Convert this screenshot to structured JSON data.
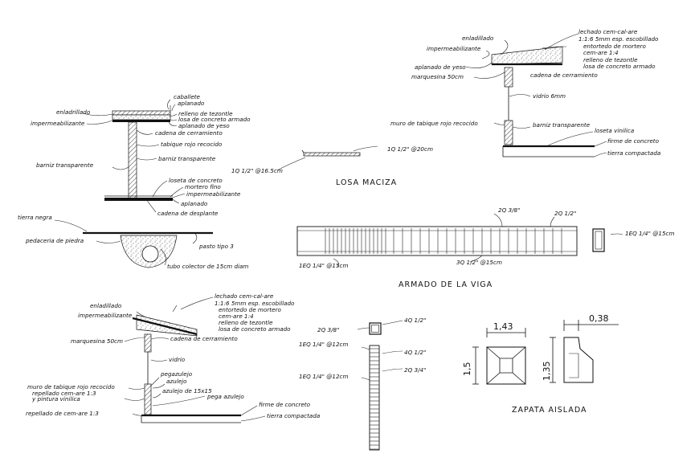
{
  "drawing": {
    "detail_top_left": {
      "labels": [
        "enladrillado",
        "impermeabilizante",
        "caballete",
        "aplanado",
        "relleno de tezontle",
        "losa de concreto armado",
        "aplanado de yeso",
        "cadena de cerramiento",
        "tabique rojo recocido",
        "barniz transparente",
        "barniz transparente",
        "loseta de concreto",
        "mortero fino",
        "impermeabilizante",
        "aplanado",
        "cadena de desplante"
      ]
    },
    "detail_pipe": {
      "labels": [
        "tierra negra",
        "pedaceria de piedra",
        "pasto tipo 3",
        "tubo colector de 15cm diam"
      ]
    },
    "losa_maciza": {
      "title": "LOSA MACIZA",
      "labels": [
        "1Q 1/2\" @16.5cm",
        "1Q 1/2\" @20cm"
      ]
    },
    "detail_top_right": {
      "labels": [
        "lechado cem-cal-are",
        "1:1:6 5mm esp. escobillado",
        "enladillado",
        "entortedo de mortero",
        "impermeabilizante",
        "cem-are 1:4",
        "relleno de tezontle",
        "losa de concreto armado",
        "aplanado de yeso",
        "cadena de cerramiento",
        "marquesina 50cm",
        "vidrio 6mm",
        "muro de tabique rojo recocido",
        "barniz transparente",
        "loseta vinilica",
        "firme de concreto",
        "tierra compactada"
      ]
    },
    "viga": {
      "title": "ARMADO DE LA VIGA",
      "labels": [
        "2Q 3/8\"",
        "2Q 1/2\"",
        "1EQ 1/4\" @15cm",
        "3Q 1/2\" @15cm",
        "1EQ 1/4\" @15cm"
      ]
    },
    "detail_bottom_left": {
      "labels": [
        "lechado cem-cal-are",
        "1:1:6 5mm esp. escobillado",
        "enladillado",
        "entortedo de mortero",
        "impermeabilizante",
        "cem-are 1:4",
        "relleno de tezontle",
        "losa de concreto armado",
        "marquesina 50cm",
        "cadena de cerramiento",
        "vidrio",
        "pegazulejo",
        "azulejo",
        "azulejo de 15x15",
        "muro de tabique rojo recocido",
        "repellado cem-are 1:3",
        "y pintura vinilica",
        "pega azulejo",
        "firme de concreto",
        "repellado de cem-are 1:3",
        "tierra compactada"
      ]
    },
    "column_section": {
      "labels": [
        "2Q 3/8\"",
        "4Q 1/2\"",
        "1EQ 1/4\" @12cm",
        "4Q 1/2\"",
        "1EQ 1/4\" @12cm",
        "2Q 3/4\""
      ]
    },
    "zapata": {
      "title": "ZAPATA AISLADA",
      "dims": [
        "1,43",
        "1,5",
        "1,35",
        "0,38"
      ]
    }
  }
}
